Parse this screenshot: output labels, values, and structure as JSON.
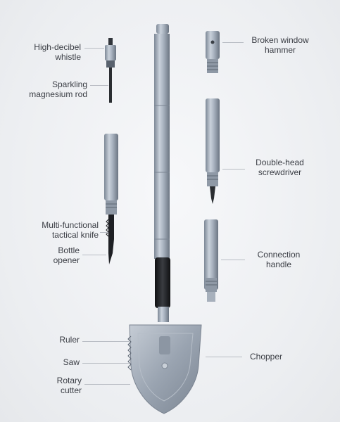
{
  "labels": {
    "whistle": "High-decibel\nwhistle",
    "magnesium": "Sparkling\nmagnesium rod",
    "window_hammer": "Broken window\nhammer",
    "screwdriver": "Double-head\nscrewdriver",
    "knife": "Multi-functional\ntactical knife",
    "bottle_opener": "Bottle\nopener",
    "connection_handle": "Connection\nhandle",
    "ruler": "Ruler",
    "saw": "Saw",
    "chopper": "Chopper",
    "rotary_cutter": "Rotary\ncutter"
  },
  "colors": {
    "steel": "#a9b3c0",
    "steel_dark": "#6f7a87",
    "grip": "#1c1d20",
    "label_text": "#3a3d44",
    "leader": "#b8bcc3"
  }
}
